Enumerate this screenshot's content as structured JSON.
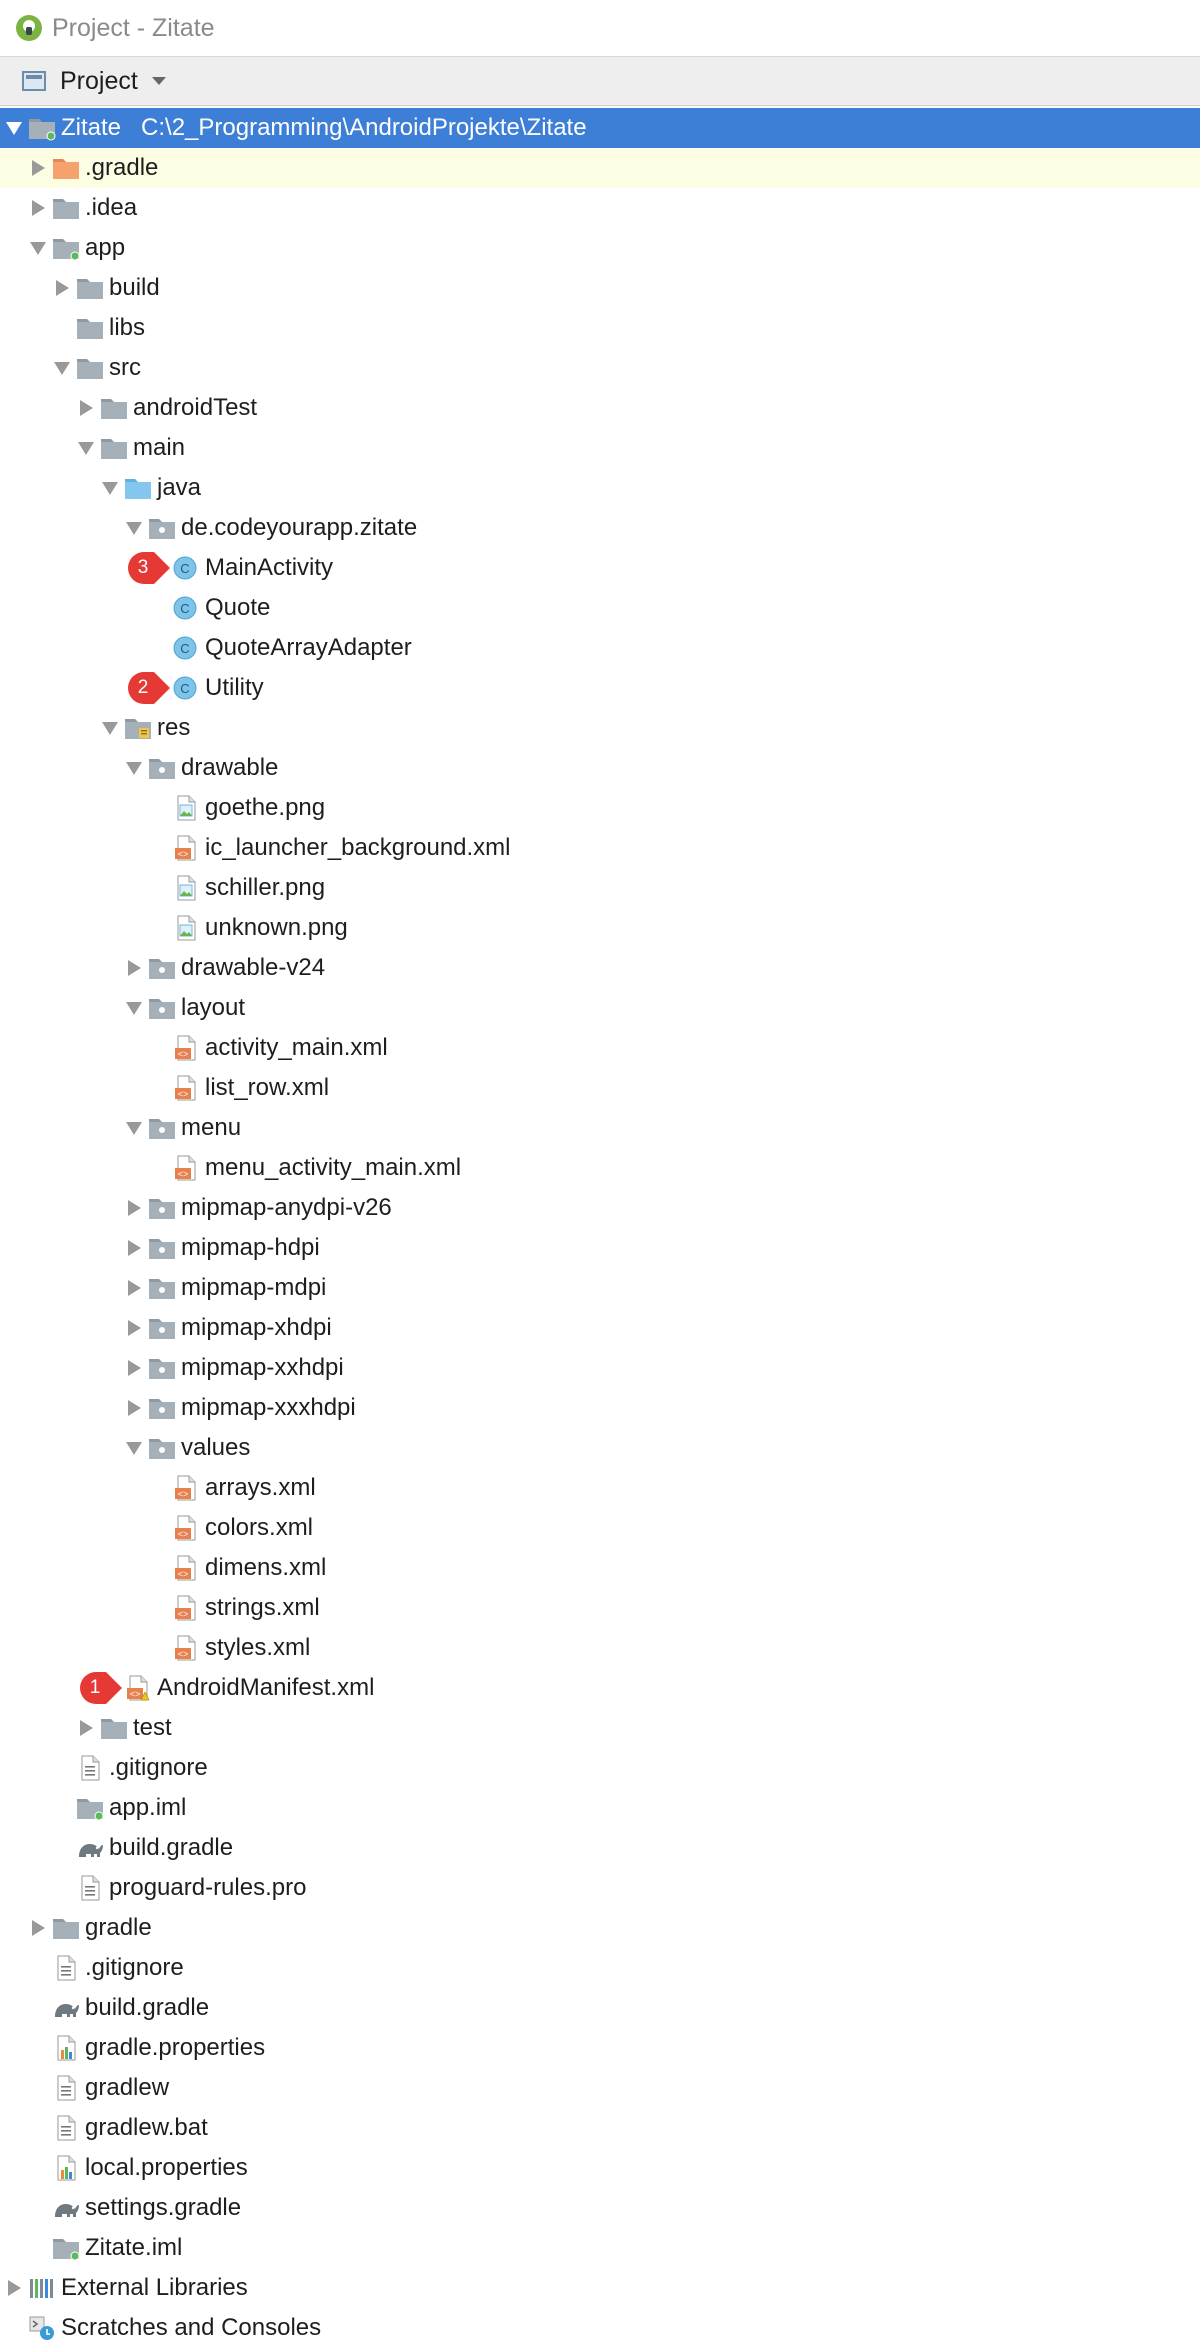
{
  "window": {
    "title": "Project - Zitate"
  },
  "toolbar": {
    "view_label": "Project"
  },
  "colors": {
    "selection": "#3d7fd6",
    "highlight": "#fdfde3",
    "badge": "#e53935",
    "folder": "#a6b0b8"
  },
  "tree": [
    {
      "label": "Zitate",
      "path": "C:\\2_Programming\\AndroidProjekte\\Zitate",
      "depth": 0,
      "arrow": "down",
      "icon": "module-folder-icon",
      "selected": true
    },
    {
      "label": ".gradle",
      "depth": 1,
      "arrow": "right",
      "icon": "folder-orange-icon",
      "highlight": true
    },
    {
      "label": ".idea",
      "depth": 1,
      "arrow": "right",
      "icon": "folder-icon"
    },
    {
      "label": "app",
      "depth": 1,
      "arrow": "down",
      "icon": "module-folder-icon"
    },
    {
      "label": "build",
      "depth": 2,
      "arrow": "right",
      "icon": "folder-icon"
    },
    {
      "label": "libs",
      "depth": 2,
      "arrow": "none",
      "icon": "folder-icon"
    },
    {
      "label": "src",
      "depth": 2,
      "arrow": "down",
      "icon": "folder-icon"
    },
    {
      "label": "androidTest",
      "depth": 3,
      "arrow": "right",
      "icon": "folder-icon"
    },
    {
      "label": "main",
      "depth": 3,
      "arrow": "down",
      "icon": "folder-icon"
    },
    {
      "label": "java",
      "depth": 4,
      "arrow": "down",
      "icon": "source-folder-icon"
    },
    {
      "label": "de.codeyourapp.zitate",
      "depth": 5,
      "arrow": "down",
      "icon": "package-icon"
    },
    {
      "label": "MainActivity",
      "depth": 6,
      "arrow": "none",
      "icon": "class-icon",
      "badge": "3"
    },
    {
      "label": "Quote",
      "depth": 6,
      "arrow": "none",
      "icon": "class-icon"
    },
    {
      "label": "QuoteArrayAdapter",
      "depth": 6,
      "arrow": "none",
      "icon": "class-icon"
    },
    {
      "label": "Utility",
      "depth": 6,
      "arrow": "none",
      "icon": "class-icon",
      "badge": "2"
    },
    {
      "label": "res",
      "depth": 4,
      "arrow": "down",
      "icon": "resource-folder-icon"
    },
    {
      "label": "drawable",
      "depth": 5,
      "arrow": "down",
      "icon": "package-icon"
    },
    {
      "label": "goethe.png",
      "depth": 6,
      "arrow": "none",
      "icon": "image-file-icon"
    },
    {
      "label": "ic_launcher_background.xml",
      "depth": 6,
      "arrow": "none",
      "icon": "xml-file-icon"
    },
    {
      "label": "schiller.png",
      "depth": 6,
      "arrow": "none",
      "icon": "image-file-icon"
    },
    {
      "label": "unknown.png",
      "depth": 6,
      "arrow": "none",
      "icon": "image-file-icon"
    },
    {
      "label": "drawable-v24",
      "depth": 5,
      "arrow": "right",
      "icon": "package-icon"
    },
    {
      "label": "layout",
      "depth": 5,
      "arrow": "down",
      "icon": "package-icon"
    },
    {
      "label": "activity_main.xml",
      "depth": 6,
      "arrow": "none",
      "icon": "xml-file-icon"
    },
    {
      "label": "list_row.xml",
      "depth": 6,
      "arrow": "none",
      "icon": "xml-file-icon"
    },
    {
      "label": "menu",
      "depth": 5,
      "arrow": "down",
      "icon": "package-icon"
    },
    {
      "label": "menu_activity_main.xml",
      "depth": 6,
      "arrow": "none",
      "icon": "xml-file-icon"
    },
    {
      "label": "mipmap-anydpi-v26",
      "depth": 5,
      "arrow": "right",
      "icon": "package-icon"
    },
    {
      "label": "mipmap-hdpi",
      "depth": 5,
      "arrow": "right",
      "icon": "package-icon"
    },
    {
      "label": "mipmap-mdpi",
      "depth": 5,
      "arrow": "right",
      "icon": "package-icon"
    },
    {
      "label": "mipmap-xhdpi",
      "depth": 5,
      "arrow": "right",
      "icon": "package-icon"
    },
    {
      "label": "mipmap-xxhdpi",
      "depth": 5,
      "arrow": "right",
      "icon": "package-icon"
    },
    {
      "label": "mipmap-xxxhdpi",
      "depth": 5,
      "arrow": "right",
      "icon": "package-icon"
    },
    {
      "label": "values",
      "depth": 5,
      "arrow": "down",
      "icon": "package-icon"
    },
    {
      "label": "arrays.xml",
      "depth": 6,
      "arrow": "none",
      "icon": "xml-file-icon"
    },
    {
      "label": "colors.xml",
      "depth": 6,
      "arrow": "none",
      "icon": "xml-file-icon"
    },
    {
      "label": "dimens.xml",
      "depth": 6,
      "arrow": "none",
      "icon": "xml-file-icon"
    },
    {
      "label": "strings.xml",
      "depth": 6,
      "arrow": "none",
      "icon": "xml-file-icon"
    },
    {
      "label": "styles.xml",
      "depth": 6,
      "arrow": "none",
      "icon": "xml-file-icon"
    },
    {
      "label": "AndroidManifest.xml",
      "depth": 4,
      "arrow": "none",
      "icon": "manifest-file-icon",
      "badge": "1"
    },
    {
      "label": "test",
      "depth": 3,
      "arrow": "right",
      "icon": "folder-icon"
    },
    {
      "label": ".gitignore",
      "depth": 2,
      "arrow": "none",
      "icon": "text-file-icon"
    },
    {
      "label": "app.iml",
      "depth": 2,
      "arrow": "none",
      "icon": "module-file-icon"
    },
    {
      "label": "build.gradle",
      "depth": 2,
      "arrow": "none",
      "icon": "gradle-icon"
    },
    {
      "label": "proguard-rules.pro",
      "depth": 2,
      "arrow": "none",
      "icon": "text-file-icon"
    },
    {
      "label": "gradle",
      "depth": 1,
      "arrow": "right",
      "icon": "folder-icon"
    },
    {
      "label": ".gitignore",
      "depth": 1,
      "arrow": "none",
      "icon": "text-file-icon"
    },
    {
      "label": "build.gradle",
      "depth": 1,
      "arrow": "none",
      "icon": "gradle-icon"
    },
    {
      "label": "gradle.properties",
      "depth": 1,
      "arrow": "none",
      "icon": "properties-file-icon"
    },
    {
      "label": "gradlew",
      "depth": 1,
      "arrow": "none",
      "icon": "text-file-icon"
    },
    {
      "label": "gradlew.bat",
      "depth": 1,
      "arrow": "none",
      "icon": "text-file-icon"
    },
    {
      "label": "local.properties",
      "depth": 1,
      "arrow": "none",
      "icon": "properties-file-icon"
    },
    {
      "label": "settings.gradle",
      "depth": 1,
      "arrow": "none",
      "icon": "gradle-icon"
    },
    {
      "label": "Zitate.iml",
      "depth": 1,
      "arrow": "none",
      "icon": "module-file-icon"
    },
    {
      "label": "External Libraries",
      "depth": 0,
      "arrow": "right",
      "icon": "libraries-icon"
    },
    {
      "label": "Scratches and Consoles",
      "depth": 0,
      "arrow": "none",
      "icon": "scratches-icon"
    }
  ]
}
